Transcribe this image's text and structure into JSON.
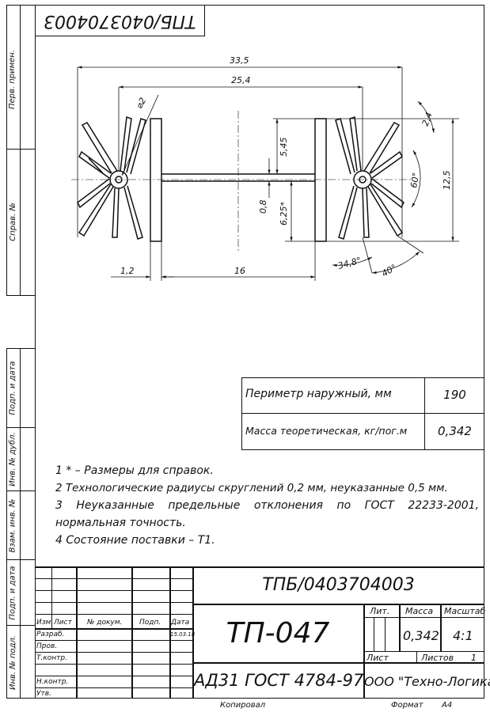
{
  "sheet": {
    "corner_code": "ТПБ/0403704003",
    "side_labels": {
      "perv_primen": "Перв. примен.",
      "sprav_no": "Справ. №",
      "podp_data_1": "Подп. и дата",
      "inv_dubl": "Инв. № дубл.",
      "vzam_inv": "Взам. инв. №",
      "podp_data_2": "Подп. и дата",
      "inv_podl": "Инв. № подл."
    }
  },
  "drawing": {
    "dim_33_5": "33,5",
    "dim_25_4": "25,4",
    "dim_phi2": "⌀2",
    "dim_5_45": "5,45",
    "dim_0_8": "0,8",
    "dim_6_25": "6,25*",
    "dim_12_5": "12,5",
    "dim_2_4": "2,4",
    "angle_60": "60°",
    "angle_34_8": "34,8°",
    "angle_40": "40°",
    "dim_1_2": "1,2",
    "dim_16": "16"
  },
  "props": {
    "rows": [
      {
        "label": "Периметр наружный, мм",
        "value": "190"
      },
      {
        "label": "Масса теоретическая, кг/пог.м",
        "value": "0,342"
      }
    ]
  },
  "notes": [
    "1  * – Размеры для справок.",
    "2  Технологические радиусы скруглений 0,2 мм, неуказанные 0,5 мм.",
    "3  Неуказанные предельные отклонения по ГОСТ 22233-2001, нормальная точность.",
    "4  Состояние поставки – Т1."
  ],
  "title_block": {
    "doc_code": "ТПБ/0403704003",
    "part_name": "ТП-047",
    "material": "АД31 ГОСТ 4784-97",
    "company": "ООО \"Техно-Логика\"",
    "col_izm": "Изм.",
    "col_list": "Лист",
    "col_docno": "№ докум.",
    "col_podp": "Подп.",
    "col_data": "Дата",
    "row_razrab": "Разраб.",
    "row_prov": "Пров.",
    "row_tkontr": "Т.контр.",
    "row_nkontr": "Н.контр.",
    "row_utv": "Утв.",
    "date": "15.03.18",
    "lit_label": "Лит.",
    "mass_label": "Масса",
    "scale_label": "Масштаб",
    "mass_value": "0,342",
    "scale_value": "4:1",
    "sheet_label": "Лист",
    "sheets_label": "Листов",
    "sheets_value": "1"
  },
  "footer": {
    "copied": "Копировал",
    "format_label": "Формат",
    "format_value": "А4"
  }
}
